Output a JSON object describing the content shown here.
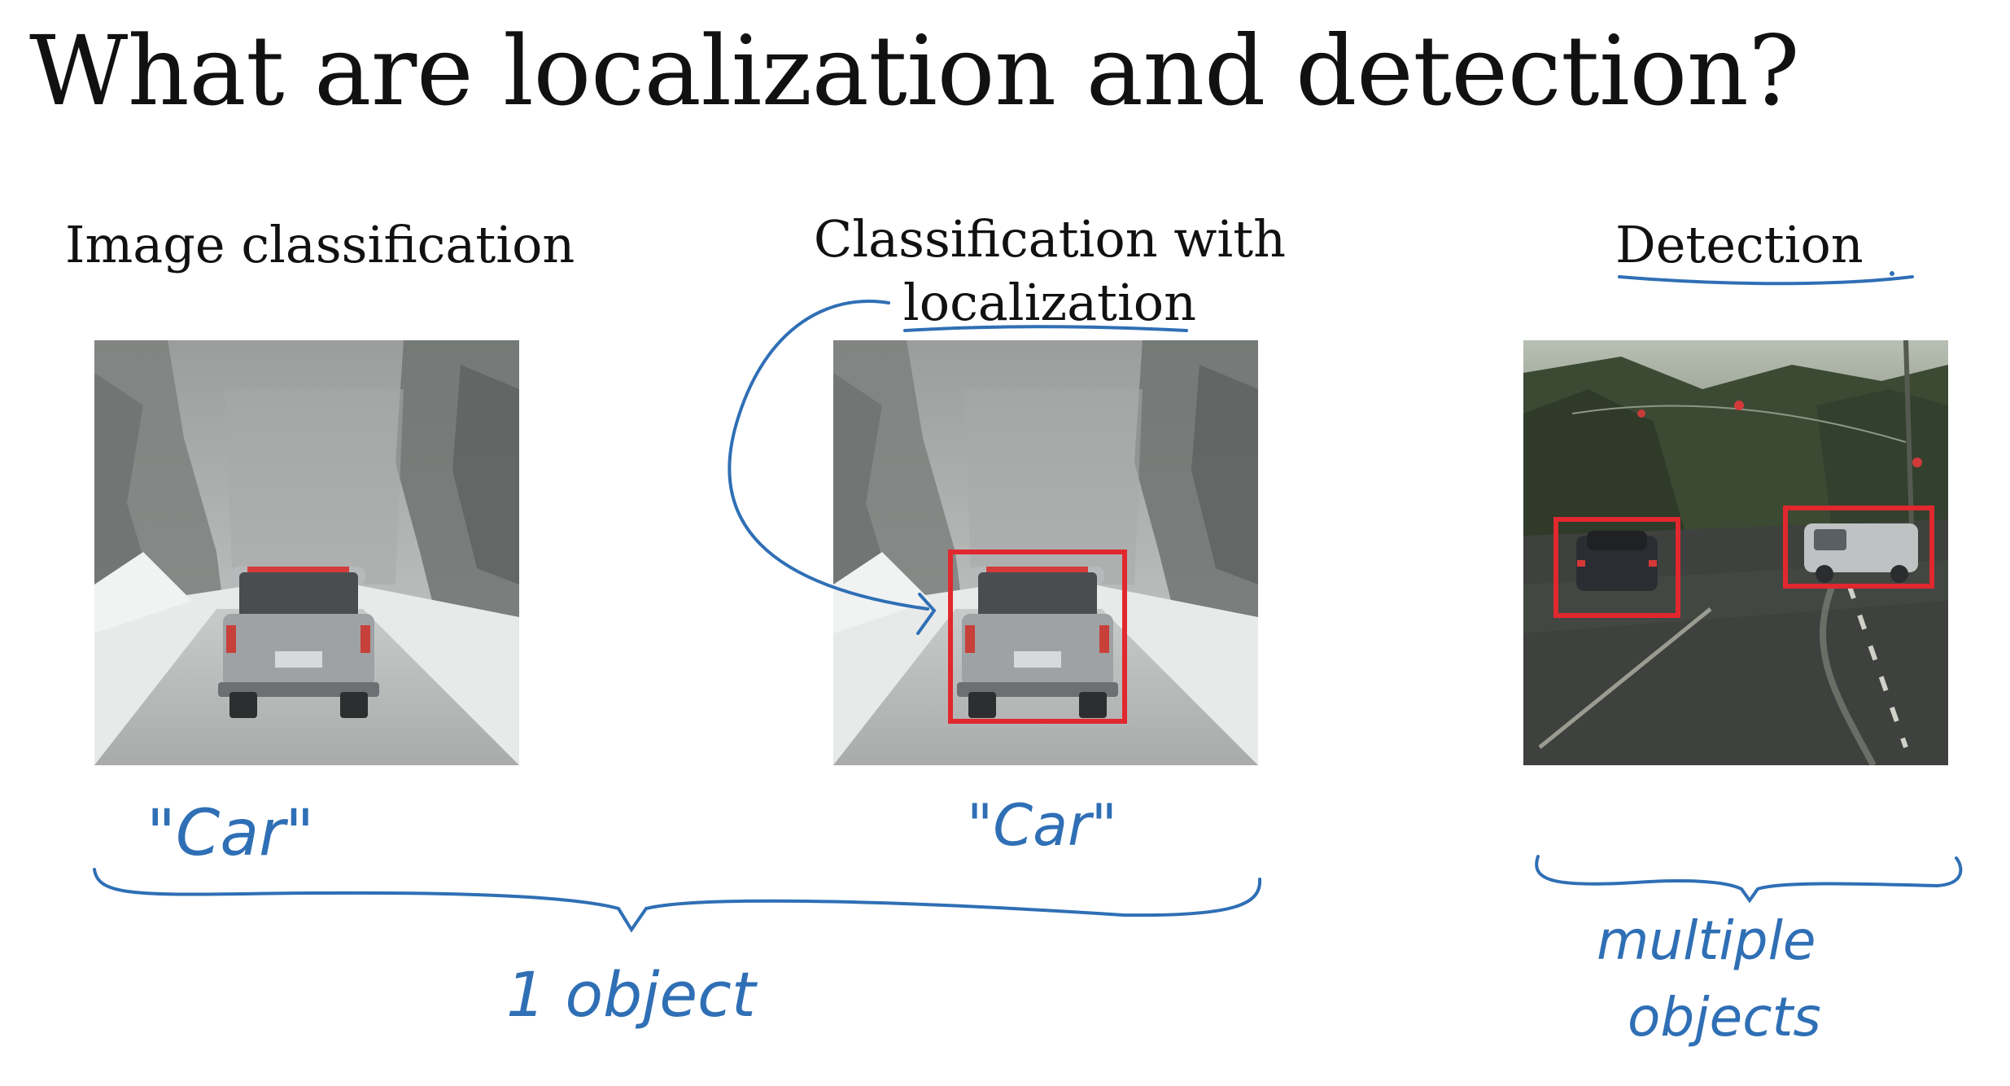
{
  "slide": {
    "title": "What are localization and detection?"
  },
  "sections": [
    {
      "label": "Image classification",
      "caption": "\"Car\""
    },
    {
      "label_line1": "Classification with",
      "label_line2": "localization",
      "caption": "\"Car\""
    },
    {
      "label": "Detection"
    }
  ],
  "annotations": {
    "one_object": "1 object",
    "multiple_line1": "multiple",
    "multiple_line2": "objects"
  },
  "colors": {
    "ink_blue": "#2f6fb5",
    "box_red": "#e0282e",
    "text": "#111111"
  }
}
